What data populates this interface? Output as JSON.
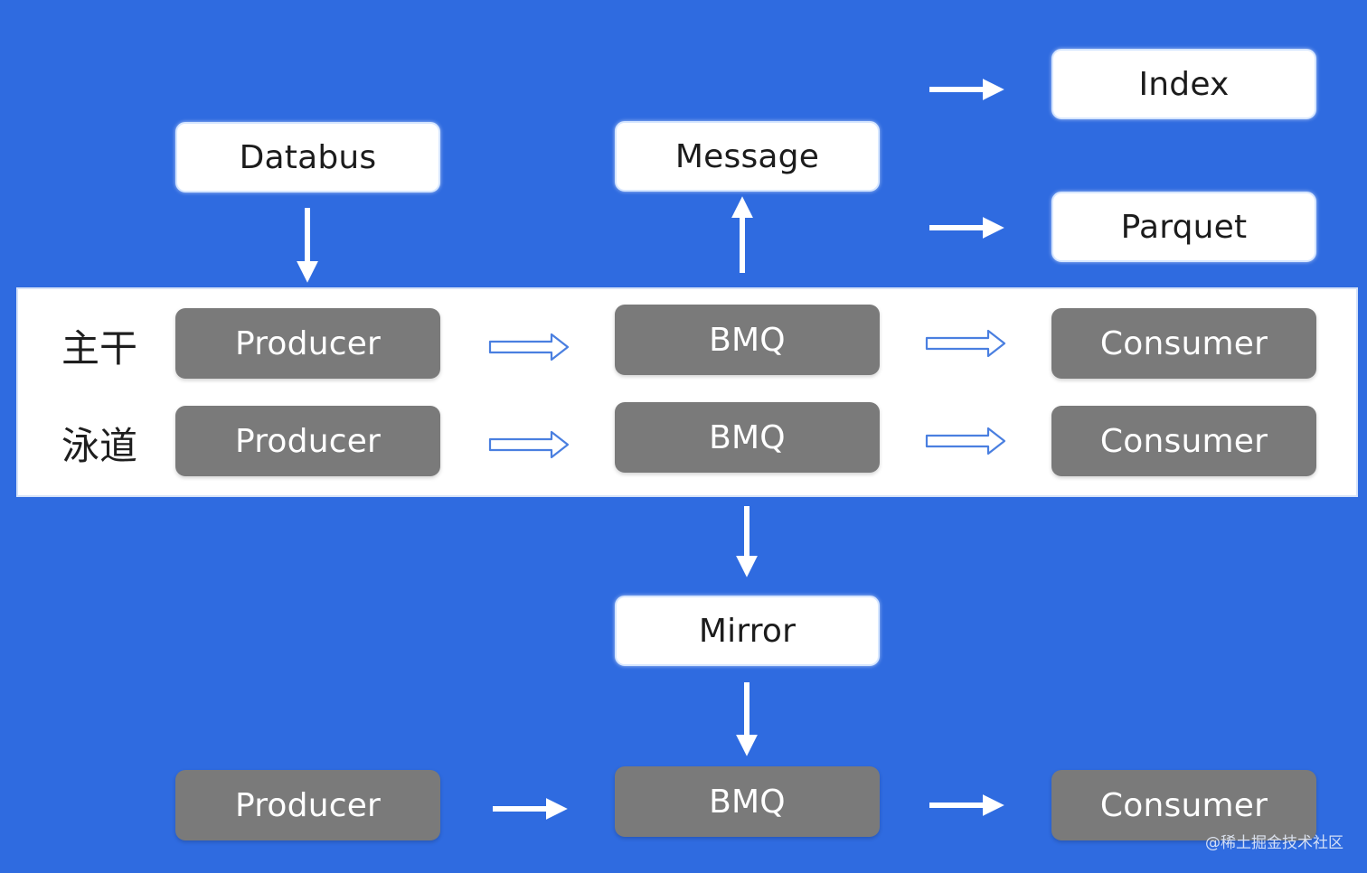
{
  "top": {
    "databus": "Databus",
    "message": "Message",
    "index": "Index",
    "parquet": "Parquet"
  },
  "lanes": [
    {
      "label": "主干",
      "producer": "Producer",
      "bmq": "BMQ",
      "consumer": "Consumer"
    },
    {
      "label": "泳道",
      "producer": "Producer",
      "bmq": "BMQ",
      "consumer": "Consumer"
    }
  ],
  "mirror": "Mirror",
  "bottom": {
    "producer": "Producer",
    "bmq": "BMQ",
    "consumer": "Consumer"
  },
  "watermark": "@稀土掘金技术社区",
  "colors": {
    "background": "#2f6be0",
    "gray_box": "#7a7a7a",
    "white_box": "#ffffff",
    "hollow_arrow": "#4a7fe0"
  }
}
